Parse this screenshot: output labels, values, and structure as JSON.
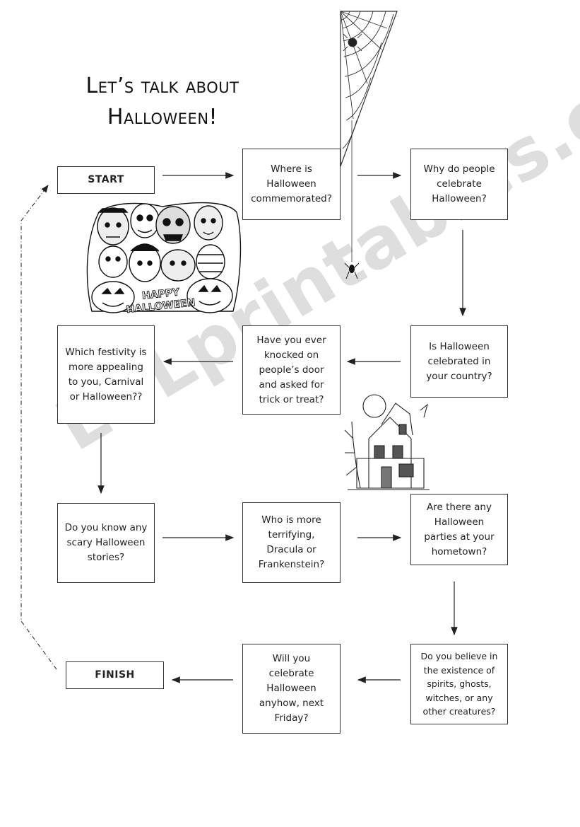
{
  "title": {
    "line1": "Let’s talk about",
    "line2": "Halloween!"
  },
  "start_label": "START",
  "finish_label": "FINISH",
  "questions": [
    "Where is Halloween commemorated?",
    "Why do people celebrate Halloween?",
    "Is Halloween celebrated in your country?",
    "Have you ever knocked on people’s door and asked for trick or treat?",
    "Which festivity is more appealing to you, Carnival or Halloween??",
    "Do you know any scary Halloween stories?",
    "Who is more terrifying, Dracula or Frankenstein?",
    "Are there any Halloween parties at your hometown?",
    "Do you believe in the existence of spirits, ghosts, witches, or any other creatures?",
    "Will you celebrate Halloween anyhow, next Friday?"
  ],
  "illustrations": {
    "monsters_banner": "HAPPY HALLOWEEN",
    "haunted_house": "haunted-house-illustration",
    "spider_web": "spider-web-illustration"
  },
  "watermark": "ESLprintables.com",
  "colors": {
    "ink": "#222222",
    "watermark": "#d9d9d9"
  }
}
